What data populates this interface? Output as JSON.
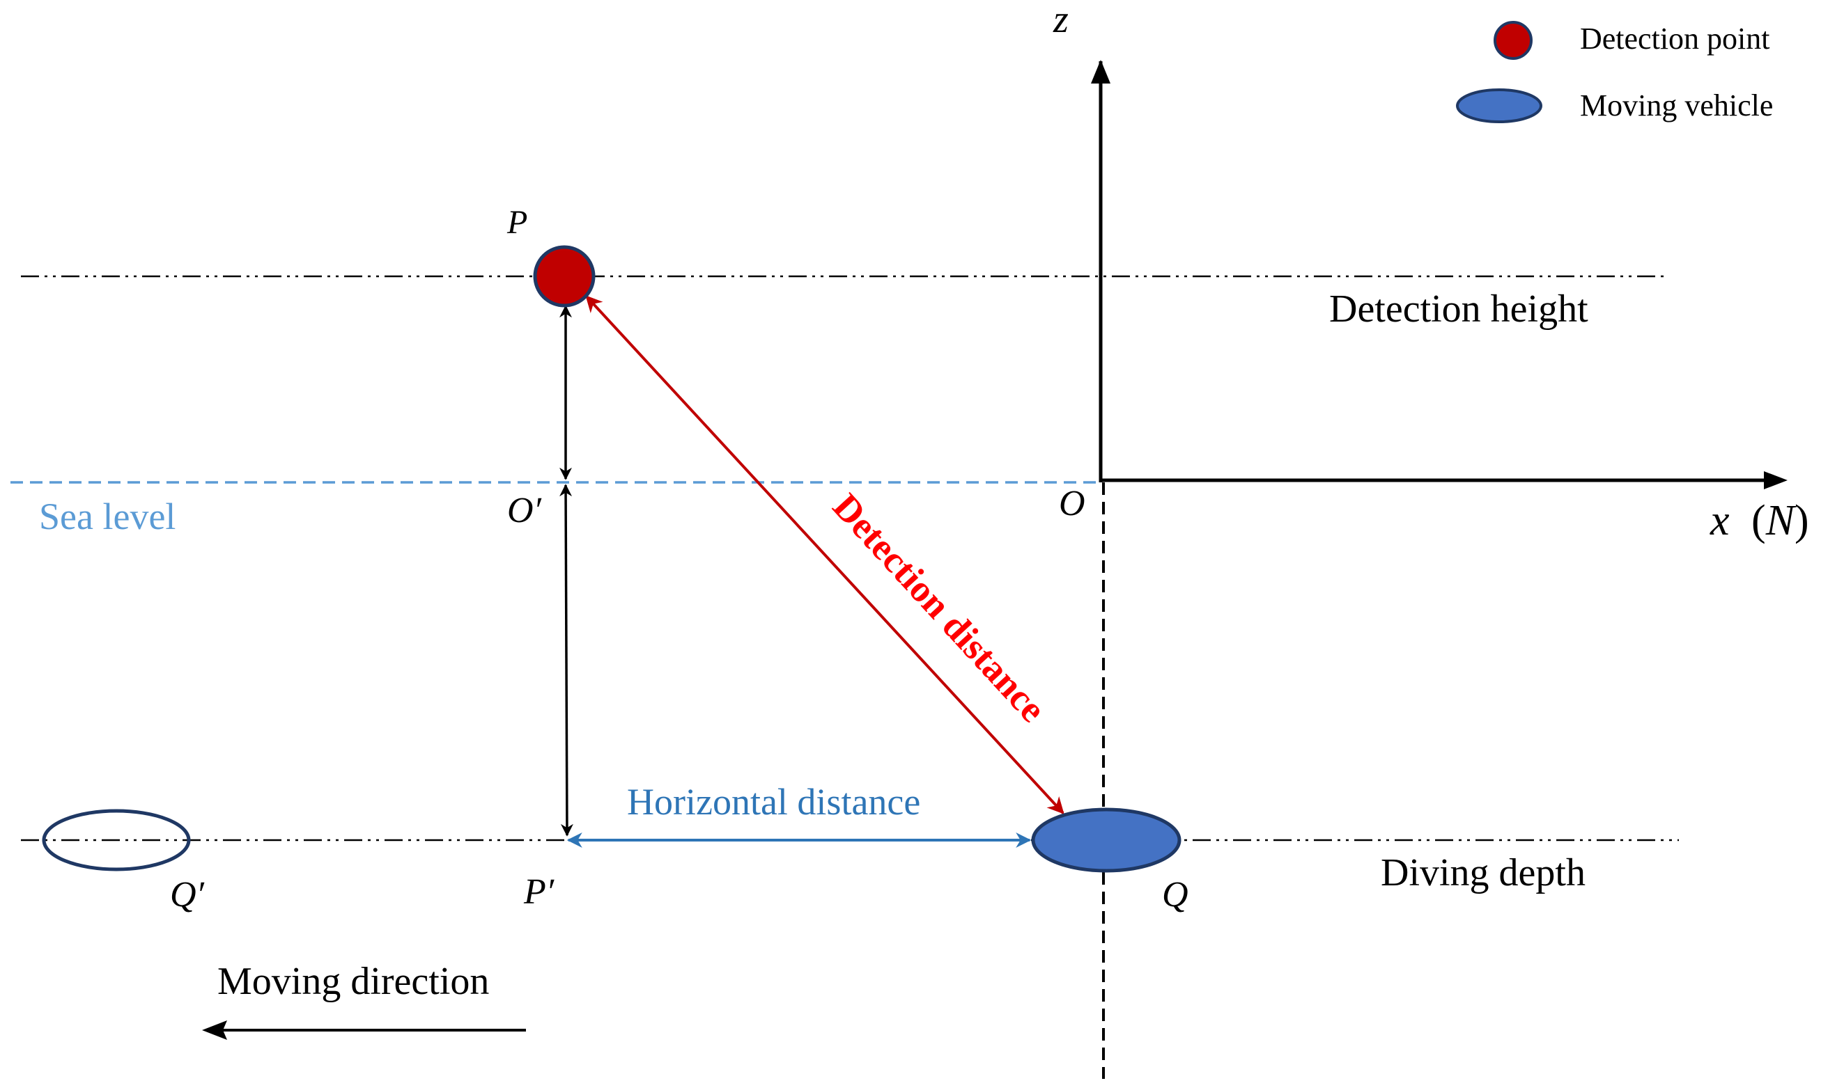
{
  "labels": {
    "z_axis": "z",
    "x_axis_var": "x",
    "x_axis_unit_open": "(",
    "x_axis_unit": "N",
    "x_axis_unit_close": ")",
    "origin": "O",
    "origin_prime": "O′",
    "point_p": "P",
    "point_p_prime": "P′",
    "point_q": "Q",
    "point_q_prime": "Q′",
    "sea_level": "Sea level",
    "detection_height": "Detection height",
    "diving_depth": "Diving depth",
    "horizontal_distance": "Horizontal distance",
    "detection_distance": "Detection distance",
    "moving_direction": "Moving direction"
  },
  "legend": {
    "detection_point": "Detection point",
    "moving_vehicle": "Moving vehicle"
  },
  "colors": {
    "detection_point_fill": "#c00000",
    "vehicle_fill": "#4472c4",
    "outline": "#1f3864",
    "sea_level": "#5b9bd5",
    "horizontal_distance": "#2e75b6",
    "detection_distance_line": "#c00000",
    "detection_distance_text": "#ff0000",
    "ink": "#000000"
  }
}
